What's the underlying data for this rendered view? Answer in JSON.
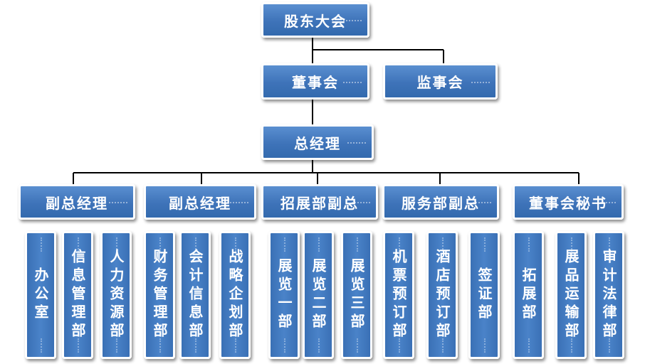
{
  "chart": {
    "top": {
      "label": "股东大会"
    },
    "board": {
      "label": "董事会"
    },
    "supervisors": {
      "label": "监事会"
    },
    "gm": {
      "label": "总经理"
    },
    "divisions": [
      {
        "label": "副总经理",
        "departments": [
          "办公室",
          "信息管理部",
          "人力资源部"
        ]
      },
      {
        "label": "副总经理",
        "departments": [
          "财务管理部",
          "会计信息部",
          "战略企划部"
        ]
      },
      {
        "label": "招展部副总",
        "departments": [
          "展览一部",
          "展览二部",
          "展览三部"
        ]
      },
      {
        "label": "服务部副总",
        "departments": [
          "机票预订部",
          "酒店预订部",
          "签证部"
        ]
      },
      {
        "label": "董事会秘书",
        "departments": [
          "拓展部",
          "展品运输部",
          "审计法律部"
        ]
      }
    ]
  },
  "colors": {
    "box_fill": "#4179be",
    "box_border": "#ffffff",
    "line": "#000000",
    "text": "#ffffff"
  }
}
